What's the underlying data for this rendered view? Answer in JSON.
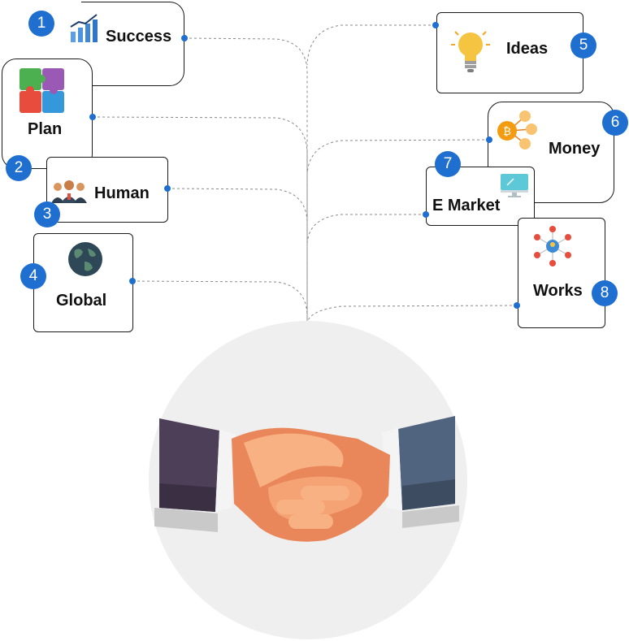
{
  "accent_color": "#1f6fd1",
  "center": {
    "illustration": "handshake-illustration"
  },
  "nodes": [
    {
      "number": "1",
      "label": "Success",
      "icon": "growth-chart-icon"
    },
    {
      "number": "2",
      "label": "Plan",
      "icon": "puzzle-icon"
    },
    {
      "number": "3",
      "label": "Human",
      "icon": "team-icon"
    },
    {
      "number": "4",
      "label": "Global",
      "icon": "globe-icon"
    },
    {
      "number": "5",
      "label": "Ideas",
      "icon": "lightbulb-icon"
    },
    {
      "number": "6",
      "label": "Money",
      "icon": "currency-icon"
    },
    {
      "number": "7",
      "label": "E Market",
      "icon": "monitor-icon"
    },
    {
      "number": "8",
      "label": "Works",
      "icon": "network-icon"
    }
  ]
}
